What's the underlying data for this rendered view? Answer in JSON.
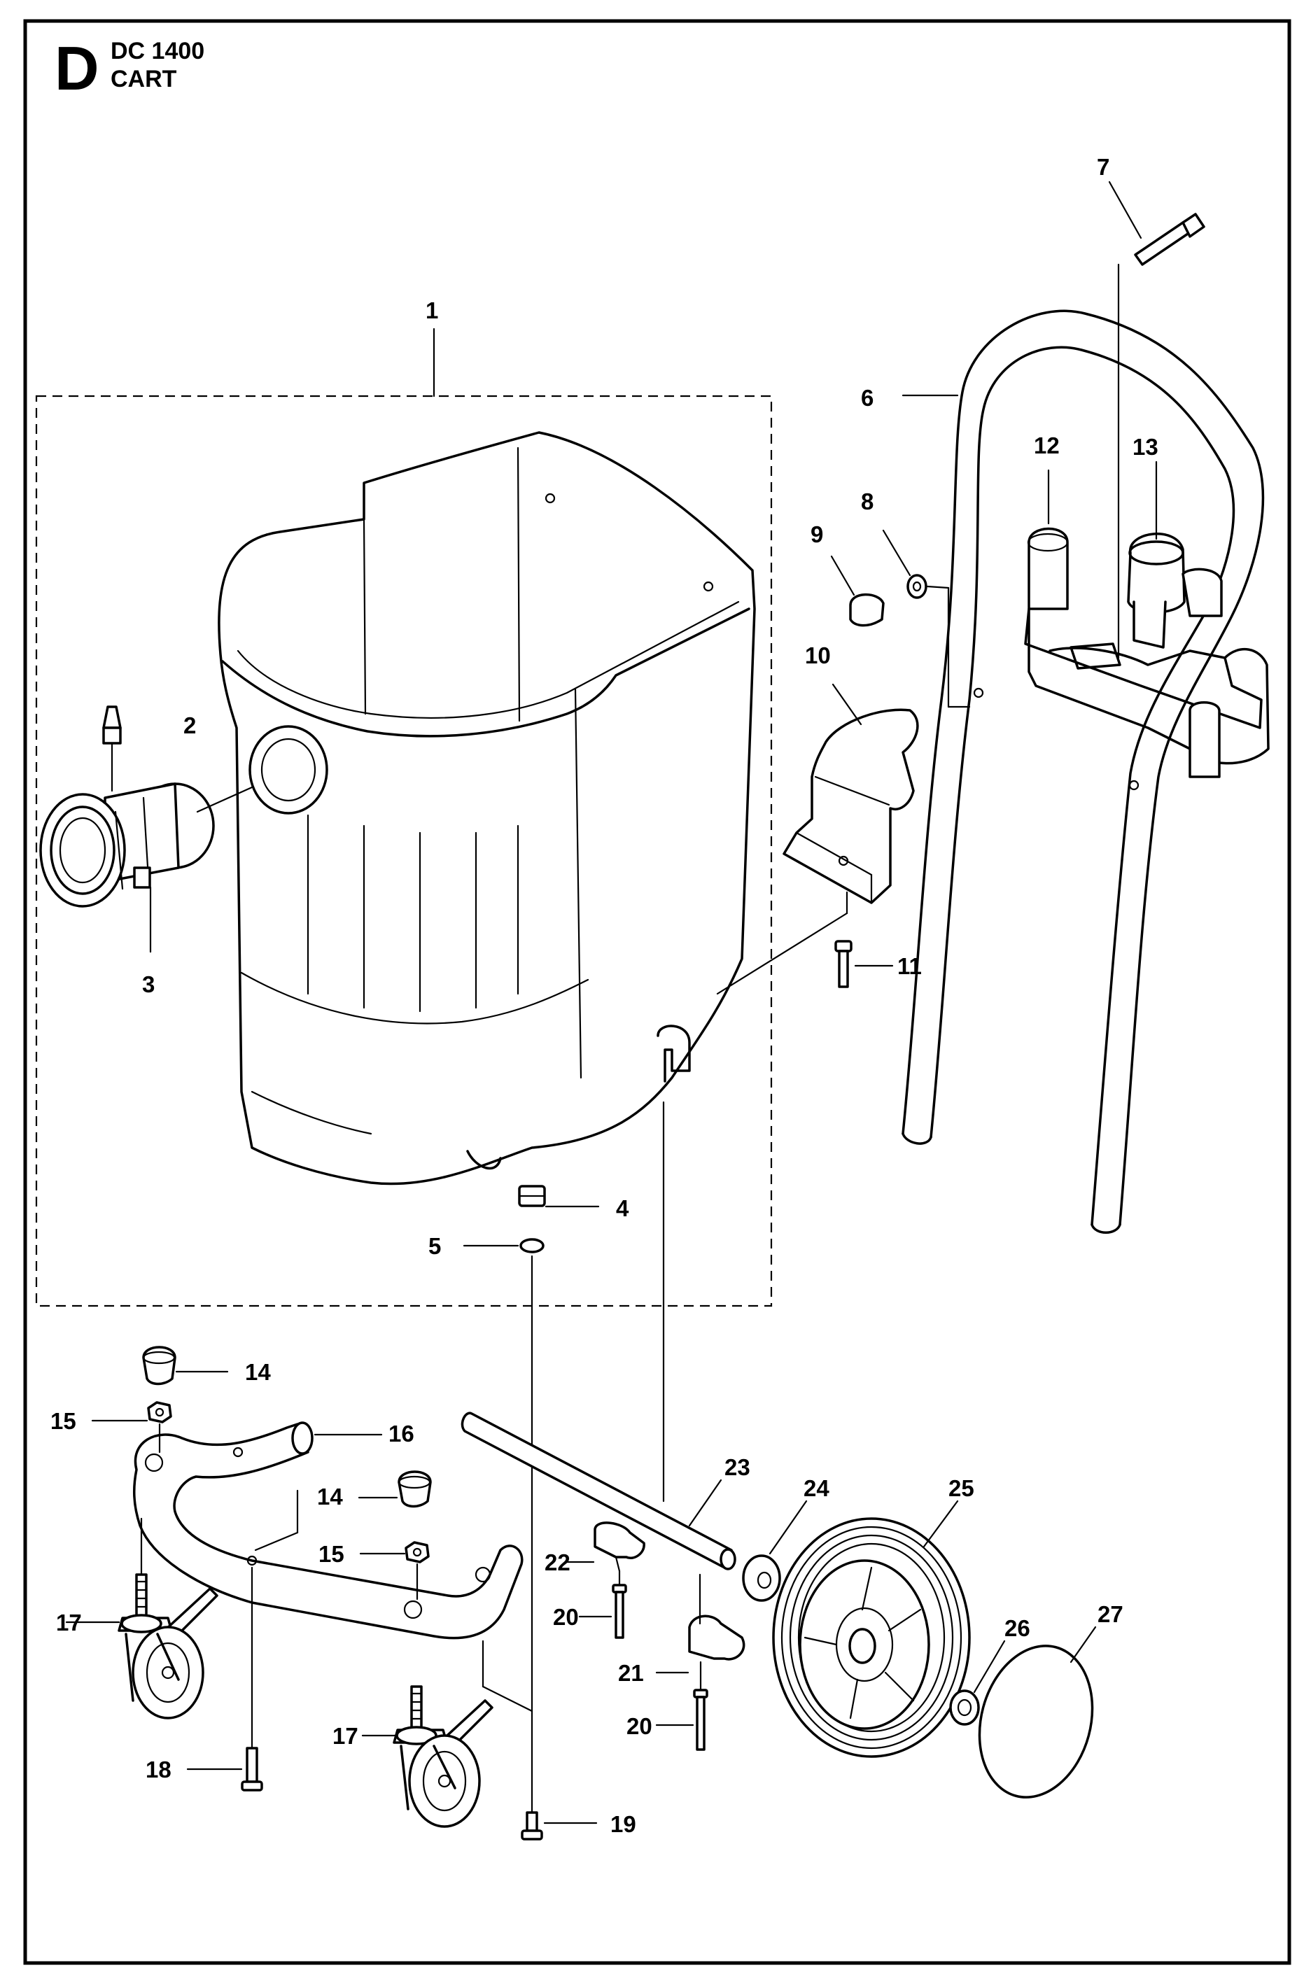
{
  "header": {
    "section_letter": "D",
    "model": "DC 1400",
    "title": "CART"
  },
  "callouts": [
    {
      "number": "1"
    },
    {
      "number": "2"
    },
    {
      "number": "3"
    },
    {
      "number": "4"
    },
    {
      "number": "5"
    },
    {
      "number": "6"
    },
    {
      "number": "7"
    },
    {
      "number": "8"
    },
    {
      "number": "9"
    },
    {
      "number": "10"
    },
    {
      "number": "11"
    },
    {
      "number": "12"
    },
    {
      "number": "13"
    },
    {
      "number": "14"
    },
    {
      "number": "14"
    },
    {
      "number": "15"
    },
    {
      "number": "15"
    },
    {
      "number": "16"
    },
    {
      "number": "17"
    },
    {
      "number": "17"
    },
    {
      "number": "18"
    },
    {
      "number": "19"
    },
    {
      "number": "20"
    },
    {
      "number": "20"
    },
    {
      "number": "21"
    },
    {
      "number": "22"
    },
    {
      "number": "23"
    },
    {
      "number": "24"
    },
    {
      "number": "25"
    },
    {
      "number": "26"
    },
    {
      "number": "27"
    }
  ]
}
